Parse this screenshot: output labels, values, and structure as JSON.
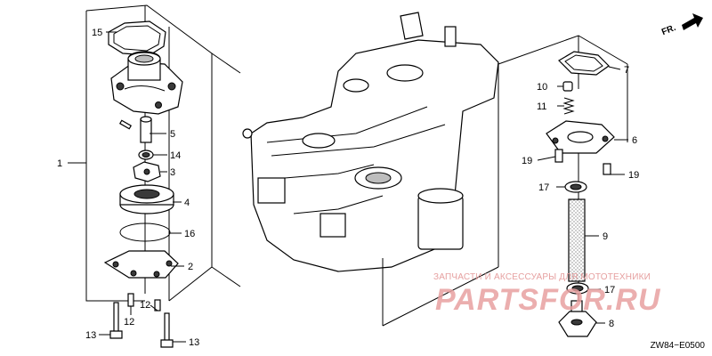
{
  "callouts": [
    {
      "label": "15"
    },
    {
      "label": "1"
    },
    {
      "label": "5"
    },
    {
      "label": "14"
    },
    {
      "label": "3"
    },
    {
      "label": "4"
    },
    {
      "label": "16"
    },
    {
      "label": "2"
    },
    {
      "label": "12"
    },
    {
      "label": "12"
    },
    {
      "label": "13"
    },
    {
      "label": "13"
    },
    {
      "label": "7"
    },
    {
      "label": "10"
    },
    {
      "label": "11"
    },
    {
      "label": "6"
    },
    {
      "label": "19"
    },
    {
      "label": "19"
    },
    {
      "label": "17"
    },
    {
      "label": "9"
    },
    {
      "label": "17"
    },
    {
      "label": "8"
    }
  ],
  "direction_arrow": {
    "label": "FR."
  },
  "diagram_code": "ZW84−E0500",
  "watermark": {
    "text": "ЗАПЧАСТИ И АКСЕССУАРЫ ДЛЯ МОТОТЕХНИКИ",
    "logo": "PARTSFOR.RU"
  }
}
